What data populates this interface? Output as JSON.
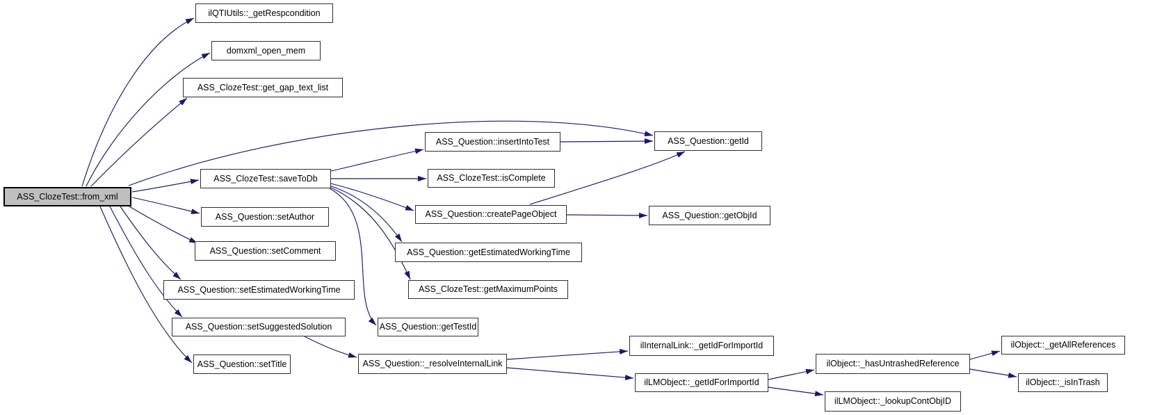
{
  "diagram": {
    "kind": "call-graph",
    "root_function": "ASS_ClozeTest::from_xml"
  },
  "colors": {
    "background": "#ffffff",
    "edge": "#191970",
    "node_fill": "#ffffff",
    "node_border": "#2d2d2d",
    "root_fill": "#bfbfbf",
    "root_border": "#000000",
    "text": "#000000"
  },
  "nodes": [
    {
      "id": "from_xml",
      "label": "ASS_ClozeTest::from_xml",
      "root": true
    },
    {
      "id": "getrespcondition",
      "label": "ilQTIUtils::_getRespcondition",
      "root": false
    },
    {
      "id": "domxml_open_mem",
      "label": "domxml_open_mem",
      "root": false
    },
    {
      "id": "get_gap_text_list",
      "label": "ASS_ClozeTest::get_gap_text_list",
      "root": false
    },
    {
      "id": "savetodb",
      "label": "ASS_ClozeTest::saveToDb",
      "root": false
    },
    {
      "id": "setauthor",
      "label": "ASS_Question::setAuthor",
      "root": false
    },
    {
      "id": "setcomment",
      "label": "ASS_Question::setComment",
      "root": false
    },
    {
      "id": "setestimatedworkingtime",
      "label": "ASS_Question::setEstimatedWorkingTime",
      "root": false
    },
    {
      "id": "setsuggestedsolution",
      "label": "ASS_Question::setSuggestedSolution",
      "root": false
    },
    {
      "id": "settitle",
      "label": "ASS_Question::setTitle",
      "root": false
    },
    {
      "id": "insertintotest",
      "label": "ASS_Question::insertIntoTest",
      "root": false
    },
    {
      "id": "iscomplete",
      "label": "ASS_ClozeTest::isComplete",
      "root": false
    },
    {
      "id": "createpageobject",
      "label": "ASS_Question::createPageObject",
      "root": false
    },
    {
      "id": "getestimatedworkingtime",
      "label": "ASS_Question::getEstimatedWorkingTime",
      "root": false
    },
    {
      "id": "getmaximumpoints",
      "label": "ASS_ClozeTest::getMaximumPoints",
      "root": false
    },
    {
      "id": "gettestid",
      "label": "ASS_Question::getTestId",
      "root": false
    },
    {
      "id": "resolveinternallink",
      "label": "ASS_Question::_resolveInternalLink",
      "root": false
    },
    {
      "id": "getid",
      "label": "ASS_Question::getId",
      "root": false
    },
    {
      "id": "getobjid",
      "label": "ASS_Question::getObjId",
      "root": false
    },
    {
      "id": "ilinternallink_getidforimportid",
      "label": "ilInternalLink::_getIdForImportId",
      "root": false
    },
    {
      "id": "illmobject_getidforimportid",
      "label": "ilLMObject::_getIdForImportId",
      "root": false
    },
    {
      "id": "hasuntrashedreference",
      "label": "ilObject::_hasUntrashedReference",
      "root": false
    },
    {
      "id": "lookupcontobjid",
      "label": "ilLMObject::_lookupContObjID",
      "root": false
    },
    {
      "id": "getallreferences",
      "label": "ilObject::_getAllReferences",
      "root": false
    },
    {
      "id": "isintrash",
      "label": "ilObject::_isInTrash",
      "root": false
    }
  ],
  "edges": [
    {
      "from": "from_xml",
      "to": "getrespcondition"
    },
    {
      "from": "from_xml",
      "to": "domxml_open_mem"
    },
    {
      "from": "from_xml",
      "to": "get_gap_text_list"
    },
    {
      "from": "from_xml",
      "to": "getid"
    },
    {
      "from": "from_xml",
      "to": "savetodb"
    },
    {
      "from": "from_xml",
      "to": "setauthor"
    },
    {
      "from": "from_xml",
      "to": "setcomment"
    },
    {
      "from": "from_xml",
      "to": "setestimatedworkingtime"
    },
    {
      "from": "from_xml",
      "to": "setsuggestedsolution"
    },
    {
      "from": "from_xml",
      "to": "settitle"
    },
    {
      "from": "savetodb",
      "to": "insertintotest"
    },
    {
      "from": "savetodb",
      "to": "iscomplete"
    },
    {
      "from": "savetodb",
      "to": "createpageobject"
    },
    {
      "from": "savetodb",
      "to": "getestimatedworkingtime"
    },
    {
      "from": "savetodb",
      "to": "getmaximumpoints"
    },
    {
      "from": "savetodb",
      "to": "gettestid"
    },
    {
      "from": "insertintotest",
      "to": "getid"
    },
    {
      "from": "createpageobject",
      "to": "getid"
    },
    {
      "from": "createpageobject",
      "to": "getobjid"
    },
    {
      "from": "setsuggestedsolution",
      "to": "resolveinternallink"
    },
    {
      "from": "resolveinternallink",
      "to": "ilinternallink_getidforimportid"
    },
    {
      "from": "resolveinternallink",
      "to": "illmobject_getidforimportid"
    },
    {
      "from": "illmobject_getidforimportid",
      "to": "hasuntrashedreference"
    },
    {
      "from": "illmobject_getidforimportid",
      "to": "lookupcontobjid"
    },
    {
      "from": "hasuntrashedreference",
      "to": "getallreferences"
    },
    {
      "from": "hasuntrashedreference",
      "to": "isintrash"
    }
  ]
}
